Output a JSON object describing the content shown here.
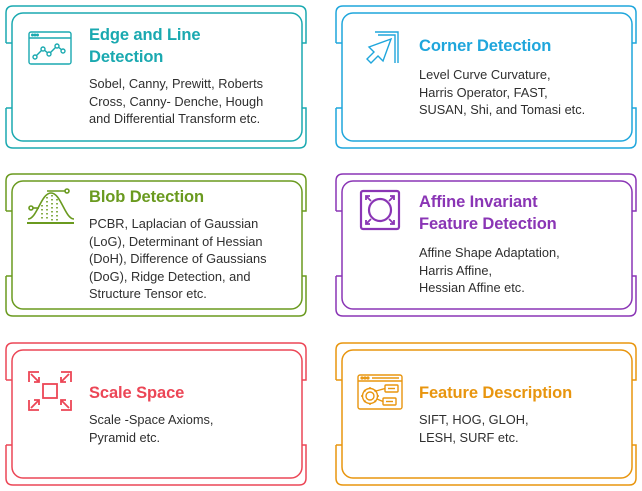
{
  "cards": [
    {
      "id": "edge",
      "title_lines": [
        "Edge and Line",
        "Detection"
      ],
      "description_lines": [
        "Sobel, Canny, Prewitt, Roberts",
        "Cross, Canny- Denche, Hough",
        "and Differential Transform etc."
      ],
      "icon": "line-chart-window-icon",
      "color": "#1aa9b0"
    },
    {
      "id": "corner",
      "title_lines": [
        "Corner Detection"
      ],
      "description_lines": [
        "Level Curve Curvature,",
        "Harris Operator, FAST,",
        "SUSAN, Shi, and Tomasi etc."
      ],
      "icon": "cursor-corner-icon",
      "color": "#1fa6dc"
    },
    {
      "id": "blob",
      "title_lines": [
        "Blob Detection"
      ],
      "description_lines": [
        "PCBR, Laplacian of Gaussian",
        "(LoG), Determinant of Hessian",
        "(DoH), Difference of Gaussians",
        "(DoG), Ridge Detection, and",
        "Structure Tensor etc."
      ],
      "icon": "bell-curve-icon",
      "color": "#6a9a1f"
    },
    {
      "id": "affine",
      "title_lines": [
        "Affine Invariant",
        "Feature Detection"
      ],
      "description_lines": [
        "Affine Shape Adaptation,",
        "Harris Affine,",
        "Hessian Affine etc."
      ],
      "icon": "expand-circle-icon",
      "color": "#8a35b5"
    },
    {
      "id": "scale",
      "title_lines": [
        "Scale Space"
      ],
      "description_lines": [
        "Scale -Space Axioms,",
        "Pyramid etc."
      ],
      "icon": "shrink-arrows-icon",
      "color": "#ec4656"
    },
    {
      "id": "feature",
      "title_lines": [
        "Feature Description"
      ],
      "description_lines": [
        "SIFT, HOG, GLOH,",
        "LESH, SURF etc."
      ],
      "icon": "gear-window-icon",
      "color": "#e8950e"
    }
  ]
}
